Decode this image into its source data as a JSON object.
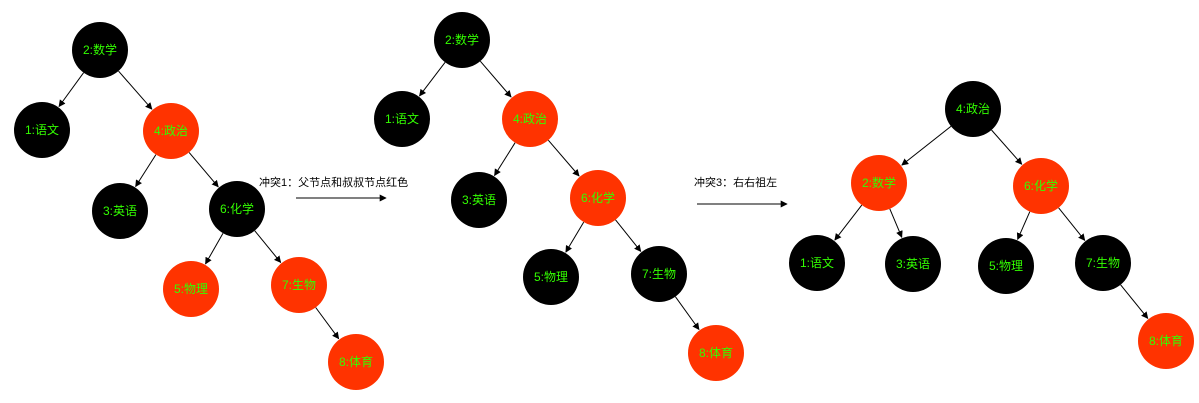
{
  "colors": {
    "black_node": "#000000",
    "red_node": "#ff3300",
    "label_text": "#33ff00",
    "edge": "#000000",
    "background": "#ffffff"
  },
  "trees": [
    {
      "id": "tree-1",
      "nodes": [
        {
          "id": "t1-n2",
          "label": "2:数学",
          "color": "black"
        },
        {
          "id": "t1-n1",
          "label": "1:语文",
          "color": "black"
        },
        {
          "id": "t1-n4",
          "label": "4:政治",
          "color": "red"
        },
        {
          "id": "t1-n3",
          "label": "3:英语",
          "color": "black"
        },
        {
          "id": "t1-n6",
          "label": "6:化学",
          "color": "black"
        },
        {
          "id": "t1-n5",
          "label": "5:物理",
          "color": "red"
        },
        {
          "id": "t1-n7",
          "label": "7:生物",
          "color": "red"
        },
        {
          "id": "t1-n8",
          "label": "8:体育",
          "color": "red"
        }
      ],
      "edges": [
        [
          "t1-n2",
          "t1-n1"
        ],
        [
          "t1-n2",
          "t1-n4"
        ],
        [
          "t1-n4",
          "t1-n3"
        ],
        [
          "t1-n4",
          "t1-n6"
        ],
        [
          "t1-n6",
          "t1-n5"
        ],
        [
          "t1-n6",
          "t1-n7"
        ],
        [
          "t1-n7",
          "t1-n8"
        ]
      ]
    },
    {
      "id": "tree-2",
      "nodes": [
        {
          "id": "t2-n2",
          "label": "2:数学",
          "color": "black"
        },
        {
          "id": "t2-n1",
          "label": "1:语文",
          "color": "black"
        },
        {
          "id": "t2-n4",
          "label": "4:政治",
          "color": "red"
        },
        {
          "id": "t2-n3",
          "label": "3:英语",
          "color": "black"
        },
        {
          "id": "t2-n6",
          "label": "6:化学",
          "color": "red"
        },
        {
          "id": "t2-n5",
          "label": "5:物理",
          "color": "black"
        },
        {
          "id": "t2-n7",
          "label": "7:生物",
          "color": "black"
        },
        {
          "id": "t2-n8",
          "label": "8:体育",
          "color": "red"
        }
      ],
      "edges": [
        [
          "t2-n2",
          "t2-n1"
        ],
        [
          "t2-n2",
          "t2-n4"
        ],
        [
          "t2-n4",
          "t2-n3"
        ],
        [
          "t2-n4",
          "t2-n6"
        ],
        [
          "t2-n6",
          "t2-n5"
        ],
        [
          "t2-n6",
          "t2-n7"
        ],
        [
          "t2-n7",
          "t2-n8"
        ]
      ]
    },
    {
      "id": "tree-3",
      "nodes": [
        {
          "id": "t3-n4",
          "label": "4:政治",
          "color": "black"
        },
        {
          "id": "t3-n2",
          "label": "2:数学",
          "color": "red"
        },
        {
          "id": "t3-n6",
          "label": "6:化学",
          "color": "red"
        },
        {
          "id": "t3-n1",
          "label": "1:语文",
          "color": "black"
        },
        {
          "id": "t3-n3",
          "label": "3:英语",
          "color": "black"
        },
        {
          "id": "t3-n5",
          "label": "5:物理",
          "color": "black"
        },
        {
          "id": "t3-n7",
          "label": "7:生物",
          "color": "black"
        },
        {
          "id": "t3-n8",
          "label": "8:体育",
          "color": "red"
        }
      ],
      "edges": [
        [
          "t3-n4",
          "t3-n2"
        ],
        [
          "t3-n4",
          "t3-n6"
        ],
        [
          "t3-n2",
          "t3-n1"
        ],
        [
          "t3-n2",
          "t3-n3"
        ],
        [
          "t3-n6",
          "t3-n5"
        ],
        [
          "t3-n6",
          "t3-n7"
        ],
        [
          "t3-n7",
          "t3-n8"
        ]
      ]
    }
  ],
  "transitions": [
    {
      "id": "transition-1",
      "label": "冲突1：父节点和叔叔节点红色"
    },
    {
      "id": "transition-2",
      "label": "冲突3：右右祖左"
    }
  ]
}
